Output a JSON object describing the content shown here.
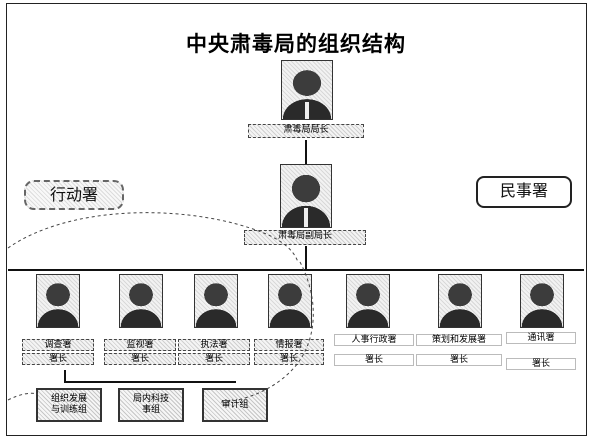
{
  "title": "中央肃毒局的组织结构",
  "director": {
    "label": "肃毒局局长"
  },
  "deputy": {
    "label": "肃毒局副局长"
  },
  "side_left": "行动署",
  "side_right": "民事署",
  "divisions": [
    {
      "name": "调查署",
      "role": "署长"
    },
    {
      "name": "监视署",
      "role": "署长"
    },
    {
      "name": "执法署",
      "role": "署长"
    },
    {
      "name": "情报署",
      "role": "署长"
    },
    {
      "name": "人事行政署",
      "role": "署长"
    },
    {
      "name": "策划和发展署",
      "role": "署长"
    },
    {
      "name": "通讯署",
      "role": "署长"
    }
  ],
  "units": [
    {
      "line1": "组织发展",
      "line2": "与训练组"
    },
    {
      "line1": "局内科技",
      "line2": "事组"
    },
    {
      "line1": "审计组",
      "line2": ""
    }
  ]
}
